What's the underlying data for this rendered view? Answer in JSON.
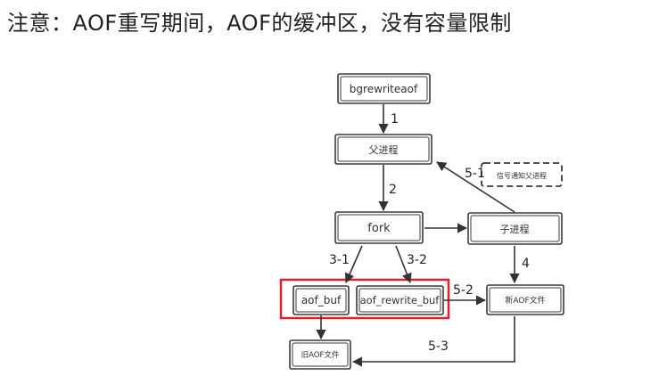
{
  "title": "注意：AOF重写期间，AOF的缓冲区，没有容量限制",
  "nodes": {
    "bgrewriteaof": "bgrewriteaof",
    "parent_process": "父进程",
    "fork": "fork",
    "child_process": "子进程",
    "signal_notify": "信号通知父进程",
    "aof_buf": "aof_buf",
    "aof_rewrite_buf": "aof_rewrite_buf",
    "new_aof_file": "新AOF文件",
    "old_aof_file": "旧AOF文件"
  },
  "edges": {
    "e1": "1",
    "e2": "2",
    "e3_1": "3-1",
    "e3_2": "3-2",
    "e4": "4",
    "e5_1": "5-1",
    "e5_2": "5-2",
    "e5_3": "5-3"
  },
  "colors": {
    "highlight": "#e0202a",
    "line": "#333333"
  }
}
